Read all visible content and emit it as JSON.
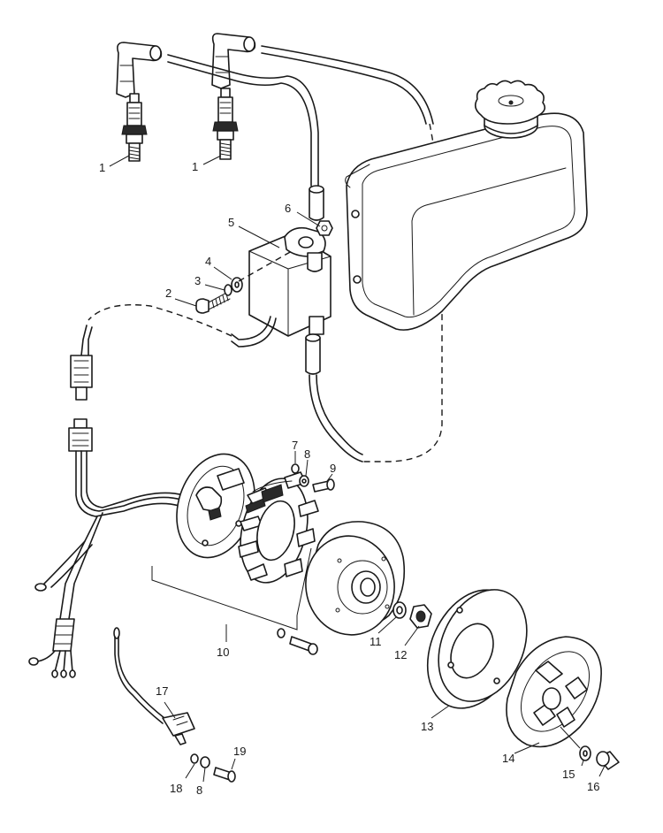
{
  "callouts": [
    {
      "id": "c1a",
      "label": "1"
    },
    {
      "id": "c1b",
      "label": "1"
    },
    {
      "id": "c2",
      "label": "2"
    },
    {
      "id": "c3",
      "label": "3"
    },
    {
      "id": "c4",
      "label": "4"
    },
    {
      "id": "c5",
      "label": "5"
    },
    {
      "id": "c6",
      "label": "6"
    },
    {
      "id": "c7",
      "label": "7"
    },
    {
      "id": "c8a",
      "label": "8"
    },
    {
      "id": "c9",
      "label": "9"
    },
    {
      "id": "c10",
      "label": "10"
    },
    {
      "id": "c11",
      "label": "11"
    },
    {
      "id": "c12",
      "label": "12"
    },
    {
      "id": "c13",
      "label": "13"
    },
    {
      "id": "c14",
      "label": "14"
    },
    {
      "id": "c15",
      "label": "15"
    },
    {
      "id": "c16",
      "label": "16"
    },
    {
      "id": "c17",
      "label": "17"
    },
    {
      "id": "c18",
      "label": "18"
    },
    {
      "id": "c8b",
      "label": "8"
    },
    {
      "id": "c19",
      "label": "19"
    }
  ]
}
